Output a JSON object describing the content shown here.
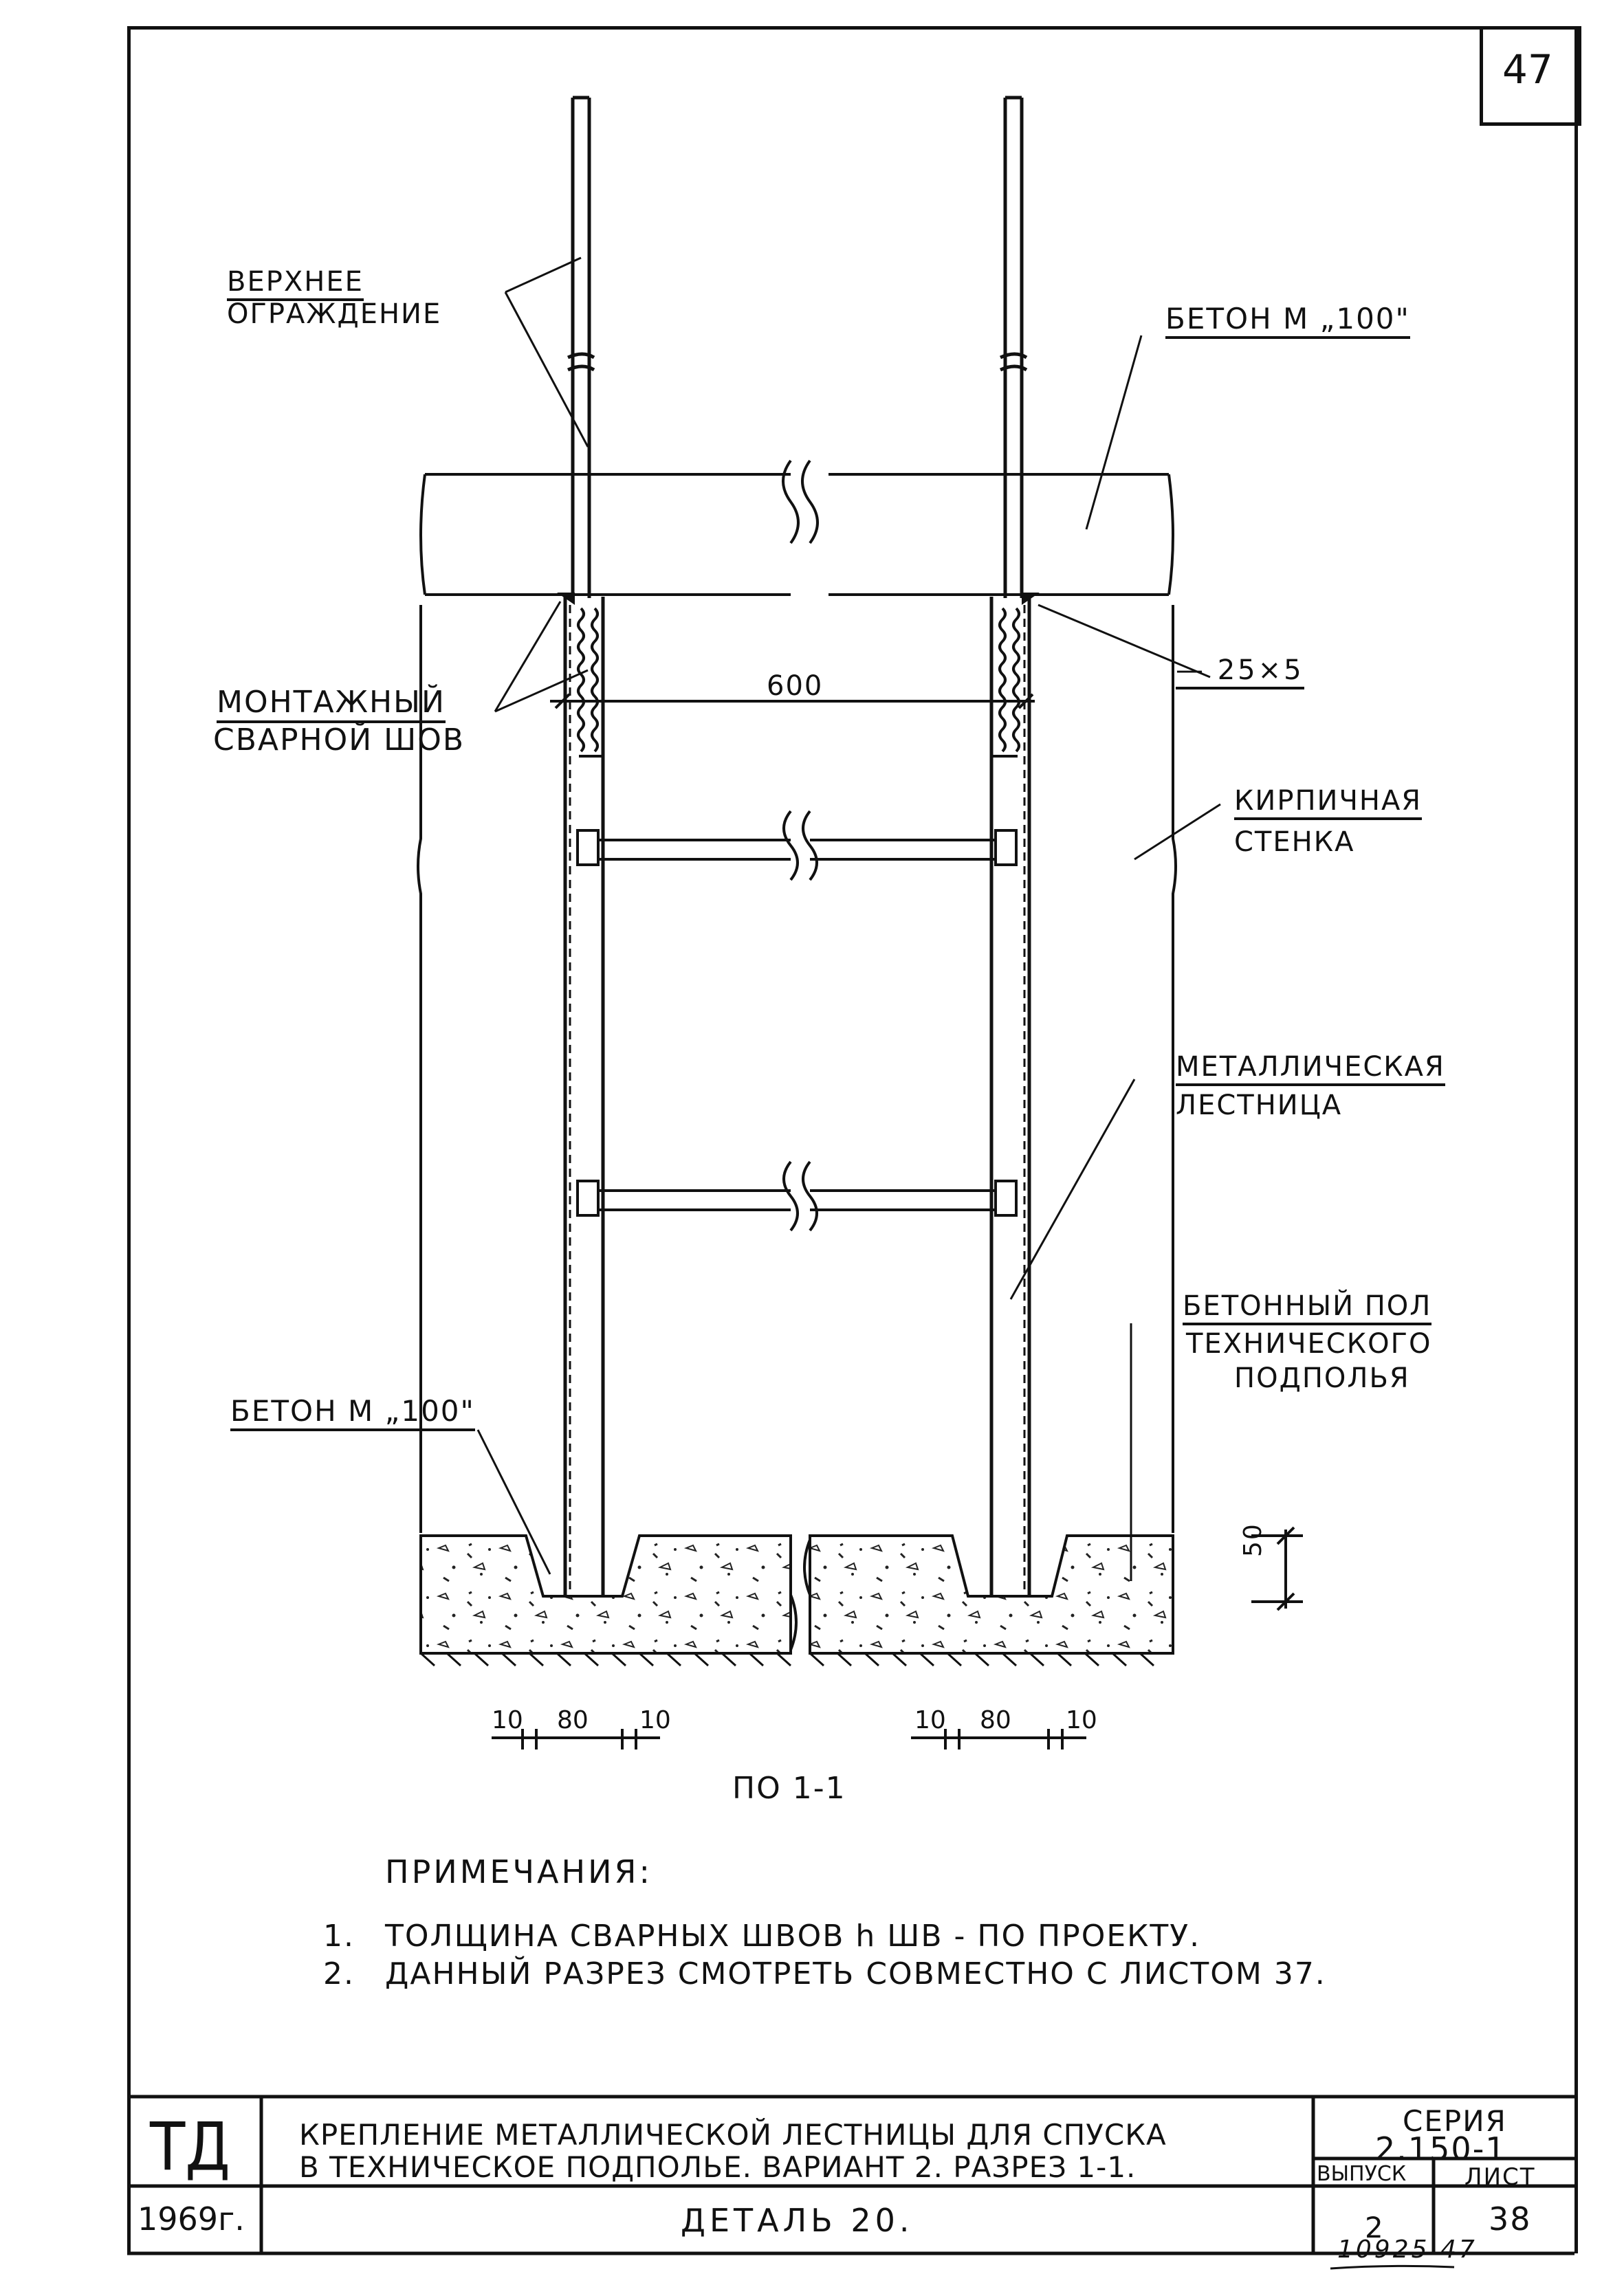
{
  "sheet": {
    "page_number": "47",
    "section_caption": "ПО 1-1",
    "handwritten_code": "10925 47"
  },
  "labels": {
    "upper_rail": [
      "ВЕРХНЕЕ",
      "ОГРАЖДЕНИЕ"
    ],
    "concrete_top": "БЕТОН  М „100\"",
    "weld": [
      "МОНТАЖНЫЙ",
      "СВАРНОЙ ШОВ"
    ],
    "strip": "— 25×5",
    "brick_wall": [
      "КИРПИЧНАЯ",
      "СТЕНКА"
    ],
    "ladder": [
      "МЕТАЛЛИЧЕСКАЯ",
      "ЛЕСТНИЦА"
    ],
    "floor": [
      "БЕТОННЫЙ ПОЛ",
      "ТЕХНИЧЕСКОГО",
      "ПОДПОЛЬЯ"
    ],
    "concrete_bottom": "БЕТОН М „100\""
  },
  "dimensions": {
    "width_between_rails": "600",
    "depth": "50",
    "left_pit": [
      "10",
      "80",
      "10"
    ],
    "right_pit": [
      "10",
      "80",
      "10"
    ]
  },
  "notes": {
    "heading": "ПРИМЕЧАНИЯ:",
    "items": [
      {
        "num": "1.",
        "text": "ТОЛЩИНА СВАРНЫХ ШВОВ  h ШВ - ПО ПРОЕКТУ."
      },
      {
        "num": "2.",
        "text": "ДАННЫЙ  РАЗРЕЗ  СМОТРЕТЬ  СОВМЕСТНО  С  ЛИСТОМ 37."
      }
    ]
  },
  "title_block": {
    "org": "ТД",
    "year": "1969г.",
    "title_line1": "КРЕПЛЕНИЕ МЕТАЛЛИЧЕСКОЙ ЛЕСТНИЦЫ ДЛЯ СПУСКА",
    "title_line2": "В ТЕХНИЧЕСКОЕ ПОДПОЛЬЕ. ВАРИАНТ 2. РАЗРЕЗ  1-1.",
    "detail": "ДЕТАЛЬ  20.",
    "series_label": "СЕРИЯ",
    "series_value": "2.150-1",
    "issue_label": "ВЫПУСК",
    "issue_value": "2",
    "sheet_label": "ЛИСТ",
    "sheet_value": "38"
  }
}
